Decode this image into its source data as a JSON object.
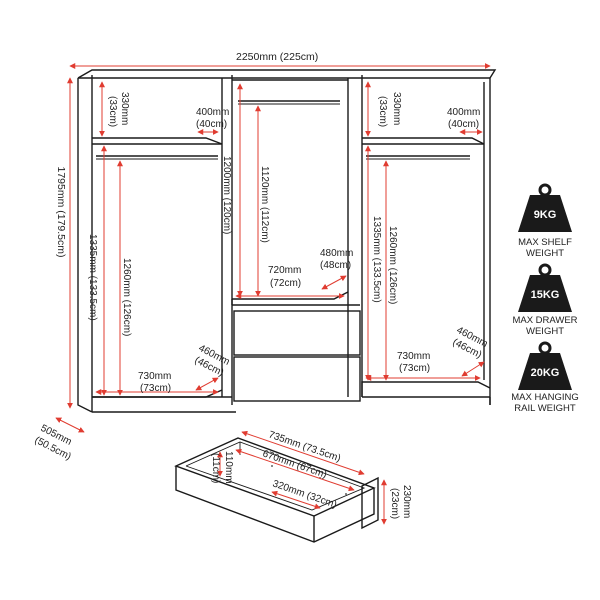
{
  "colors": {
    "dimension_line": "#e03c31",
    "outline": "#1a1a1a",
    "weight_icon": "#1a1a1a"
  },
  "dimensions": {
    "total_width": "2250mm (225cm)",
    "total_height": "1795mm (179.5cm)",
    "depth_line1": "505mm",
    "depth_line2": "(50.5cm)",
    "left_top_height_1": "330mm",
    "left_top_height_2": "(33cm)",
    "left_shelf_depth_1": "400mm",
    "left_shelf_depth_2": "(40cm)",
    "left_inner_1": "1335mm (133.5cm)",
    "left_inner_2": "1260mm (126cm)",
    "left_base_depth_1": "460mm",
    "left_base_depth_2": "(46cm)",
    "left_base_width_1": "730mm",
    "left_base_width_2": "(73cm)",
    "center_height_1": "1200mm (120cm)",
    "center_height_2": "1120mm (112cm)",
    "center_depth_1": "480mm",
    "center_depth_2": "(48cm)",
    "center_width_1": "720mm",
    "center_width_2": "(72cm)",
    "right_top_height_1": "330mm",
    "right_top_height_2": "(33cm)",
    "right_shelf_depth_1": "400mm",
    "right_shelf_depth_2": "(40cm)",
    "right_inner_1": "1335mm (133.5cm)",
    "right_inner_2": "1260mm (126cm)",
    "right_base_depth_1": "460mm",
    "right_base_depth_2": "(46cm)",
    "right_base_width_1": "730mm",
    "right_base_width_2": "(73cm)",
    "drawer_outer": "735mm (73.5cm)",
    "drawer_inner": "670mm (67cm)",
    "drawer_depth": "320mm (32cm)",
    "drawer_inner_height_1": "110mm",
    "drawer_inner_height_2": "(11cm)",
    "drawer_front_height_1": "230mm",
    "drawer_front_height_2": "(23cm)"
  },
  "weights": [
    {
      "value": "9KG",
      "label_1": "MAX SHELF",
      "label_2": "WEIGHT",
      "icon": "weight-icon"
    },
    {
      "value": "15KG",
      "label_1": "MAX DRAWER",
      "label_2": "WEIGHT",
      "icon": "weight-icon"
    },
    {
      "value": "20KG",
      "label_1": "MAX HANGING",
      "label_2": "RAIL WEIGHT",
      "icon": "weight-icon"
    }
  ]
}
